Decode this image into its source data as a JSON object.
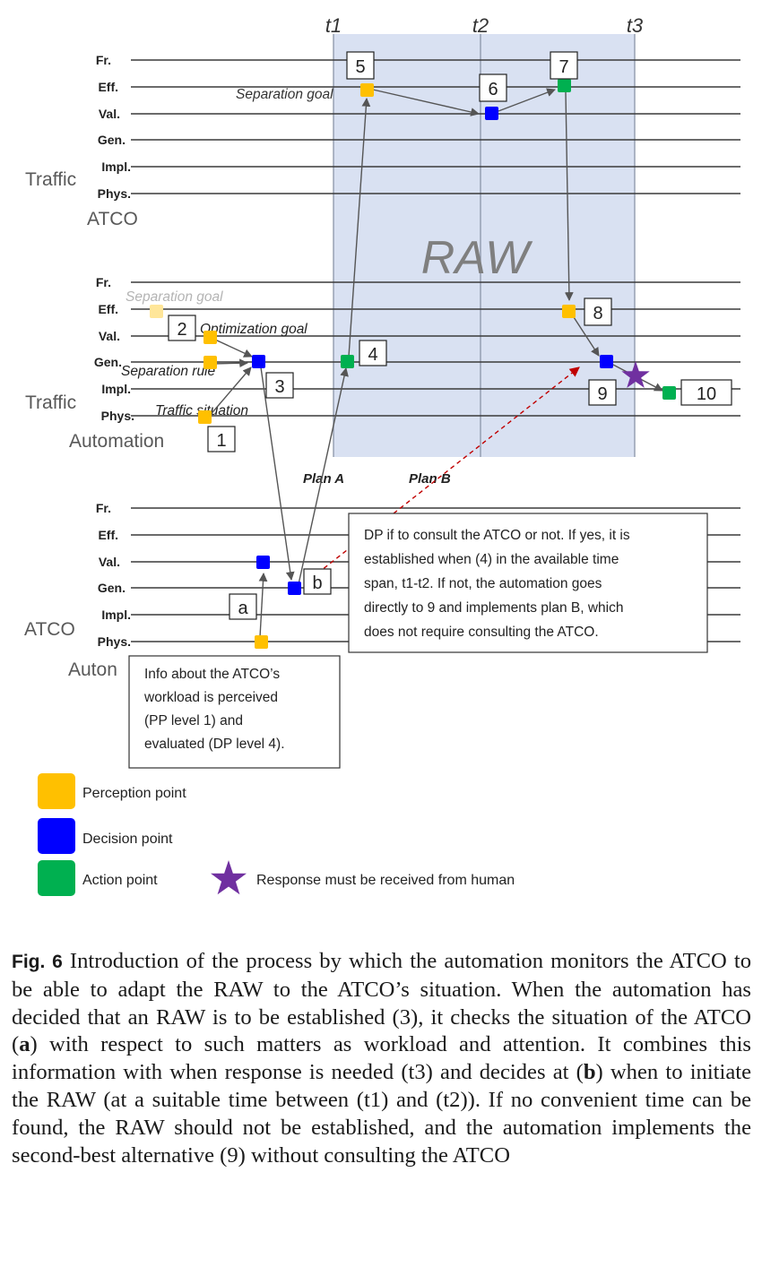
{
  "figure": {
    "time_labels": [
      "t1",
      "t2",
      "t3"
    ],
    "raw_label": "RAW",
    "level_labels": [
      "Fr.",
      "Eff.",
      "Val.",
      "Gen.",
      "Impl.",
      "Phys."
    ],
    "panels": [
      {
        "agent": "Traffic",
        "controller": "ATCO"
      },
      {
        "agent": "Traffic",
        "controller": "Automation"
      },
      {
        "agent": "ATCO",
        "controller": "Auton"
      }
    ],
    "goal_labels": {
      "separation_goal_top": "Separation goal",
      "separation_goal_mid": "Separation goal",
      "optimization_goal": "Optimization goal",
      "separation_rule": "Separation rule",
      "traffic_situation": "Traffic situation"
    },
    "step_labels": [
      "1",
      "2",
      "3",
      "4",
      "5",
      "6",
      "7",
      "8",
      "9",
      "10",
      "a",
      "b"
    ],
    "plan_a": "Plan A",
    "plan_b": "Plan B",
    "dp_note": [
      "DP if to consult the ATCO or not. If yes, it is",
      "established when (4) in the available time",
      "span, t1-t2. If not, the automation goes",
      "directly to 9 and implements plan B, which",
      "does not require consulting the ATCO."
    ],
    "info_note": [
      "Info about the ATCO’s",
      "workload is perceived",
      "(PP level 1) and",
      "evaluated (DP level 4)."
    ],
    "legend": {
      "perception": "Perception point",
      "decision": "Decision point",
      "action": "Action point",
      "response": "Response must be received from human"
    },
    "colors": {
      "perception": "#FFC000",
      "perception_faded": "#FFE699",
      "decision": "#0000FF",
      "action": "#00B050",
      "star": "#7030A0",
      "raw_band": "#D9E1F2",
      "dashed_arrow": "#C00000"
    }
  },
  "caption": {
    "label": "Fig. 6",
    "p1": " Introduction of the process by which the automation monitors the ATCO to be able to adapt the RAW to the ATCO’s situation. When the automation has decided that an RAW is to be established (3), it checks the situation of the ATCO (",
    "a": "a",
    "p2": ") with respect to such matters as workload and attention. It combines this information with when response is needed (t3) and decides at (",
    "b": "b",
    "p3": ") when to initiate the RAW (at a suitable time between (t1) and (t2)). If no convenient time can be found, the RAW should not be established, and the automation implements the second-best alternative (9) without consulting the ATCO"
  }
}
